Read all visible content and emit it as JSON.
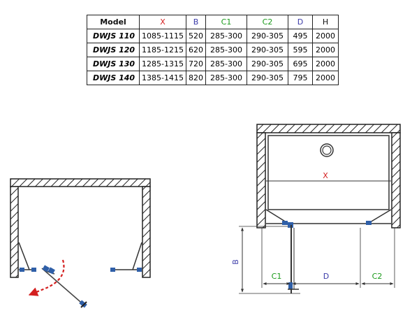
{
  "table": {
    "headers": [
      {
        "label": "Model",
        "color": "#111111"
      },
      {
        "label": "X",
        "color": "#d42020"
      },
      {
        "label": "B",
        "color": "#3a3aa8"
      },
      {
        "label": "C1",
        "color": "#1a9a1a"
      },
      {
        "label": "C2",
        "color": "#1a9a1a"
      },
      {
        "label": "D",
        "color": "#3a3aa8"
      },
      {
        "label": "H",
        "color": "#111111"
      }
    ],
    "rows": [
      {
        "model": "DWJS 110",
        "x": "1085-1115",
        "b": "520",
        "c1": "285-300",
        "c2": "290-305",
        "d": "495",
        "h": "2000"
      },
      {
        "model": "DWJS 120",
        "x": "1185-1215",
        "b": "620",
        "c1": "285-300",
        "c2": "290-305",
        "d": "595",
        "h": "2000"
      },
      {
        "model": "DWJS 130",
        "x": "1285-1315",
        "b": "720",
        "c1": "285-300",
        "c2": "290-305",
        "d": "695",
        "h": "2000"
      },
      {
        "model": "DWJS 140",
        "x": "1385-1415",
        "b": "820",
        "c1": "285-300",
        "c2": "290-305",
        "d": "795",
        "h": "2000"
      }
    ]
  },
  "diagram": {
    "labels": {
      "x": "X",
      "b": "B",
      "c1": "C1",
      "d": "D",
      "c2": "C2"
    },
    "colors": {
      "x": "#d42020",
      "b": "#3a3aa8",
      "c": "#1a9a1a",
      "d": "#3a3aa8",
      "arrow": "#d42020",
      "hinge": "#2f5fa8",
      "line": "#333333"
    }
  }
}
